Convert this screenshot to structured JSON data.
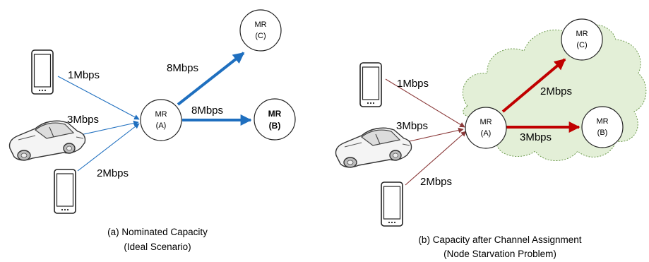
{
  "panel_a": {
    "node_a": {
      "line1": "MR",
      "line2": "(A)"
    },
    "node_b": {
      "line1": "MR",
      "line2": "(B)"
    },
    "node_c": {
      "line1": "MR",
      "line2": "(C)"
    },
    "links": {
      "phone_top": "1Mbps",
      "car": "3Mbps",
      "phone_bottom": "2Mbps",
      "to_c": "8Mbps",
      "to_b": "8Mbps"
    },
    "caption": {
      "line1": "(a) Nominated Capacity",
      "line2": "(Ideal Scenario)"
    },
    "colors": {
      "arrow": "#1f6fbf"
    }
  },
  "panel_b": {
    "node_a": {
      "line1": "MR",
      "line2": "(A)"
    },
    "node_b": {
      "line1": "MR",
      "line2": "(B)"
    },
    "node_c": {
      "line1": "MR",
      "line2": "(C)"
    },
    "links": {
      "phone_top": "1Mbps",
      "car": "3Mbps",
      "phone_bottom": "2Mbps",
      "to_c": "2Mbps",
      "to_b": "3Mbps"
    },
    "caption": {
      "line1": "(b) Capacity after Channel Assignment",
      "line2": "(Node Starvation Problem)"
    },
    "colors": {
      "arrow": "#c00000",
      "thin_arrow": "#8b3a3a",
      "cloud": "#e3efd7"
    }
  },
  "icons": [
    "phone-icon",
    "car-icon"
  ]
}
